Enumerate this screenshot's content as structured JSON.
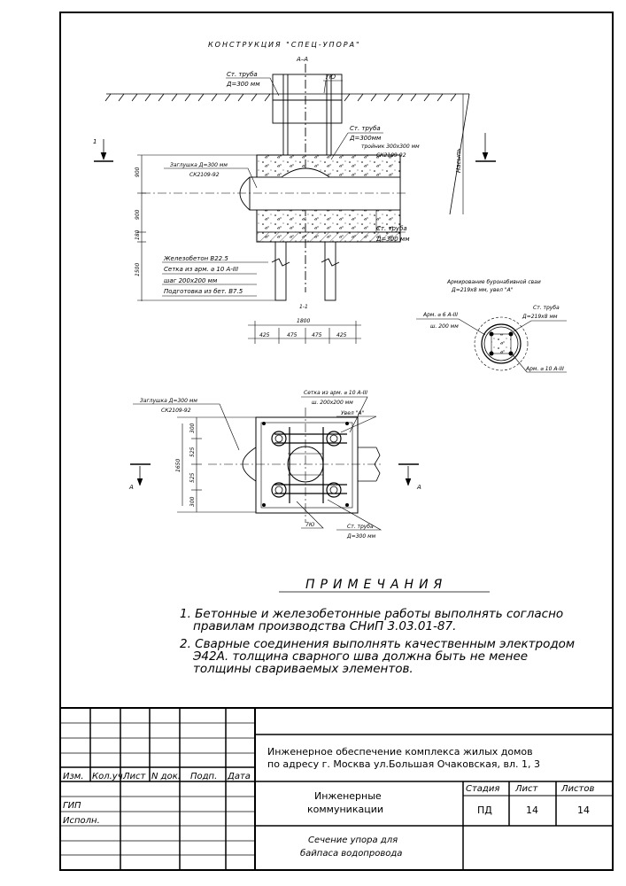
{
  "drawing": {
    "title": "КОНСТРУКЦИЯ \"СПЕЦ-УПОРА\"",
    "section_aa": "А–А",
    "section_11": "1-1",
    "labels": {
      "pipe_top": "Ст. труба",
      "pipe_top_d": "Д=300 мм",
      "p10": "7Ю",
      "pipe_mid": "Ст. труба",
      "pipe_mid_d": "Д=300мм",
      "tee": "тройник 300х300 мм",
      "tee_code": "СК2109-92",
      "plug": "Заглушка Д=300 мм",
      "plug_code": "СК2109-92",
      "pipe_low": "Ст. труба",
      "pipe_low_d": "Д=300 мм",
      "embankment": "Насыпь",
      "mark1": "1",
      "concrete": "Железобетон В22.5",
      "mesh": "Сетка из арм. ⌀ 10 А-III",
      "mesh_step": "шаг 200х200 мм",
      "prep": "Подготовка из бет. В7.5",
      "dim_900a": "900",
      "dim_900b": "900",
      "dim_180": "180",
      "dim_1500": "1500",
      "dim_1800": "1800",
      "dim_425a": "425",
      "dim_475a": "475",
      "dim_475b": "475",
      "dim_425b": "425",
      "pile_title": "Армирование буронабивной сваи",
      "pile_sub": "Д=219х8 мм, увел \"А\"",
      "arm6": "Арм. ⌀ 6 А-III",
      "arm6_step": "ш. 200 мм",
      "pile_pipe": "Ст. труба",
      "pile_pipe_d": "Д=219х8 мм",
      "arm10": "Арм. ⌀ 10 А-III",
      "plan_plug": "Заглушка Д=300 мм",
      "plan_plug_code": "СК2109-92",
      "plan_mesh": "Сетка из арм. ⌀ 10 А-III",
      "plan_mesh_step": "ш. 200х200 мм",
      "node_a": "Увел \"А\"",
      "plan_300a": "300",
      "plan_525a": "525",
      "plan_525b": "525",
      "plan_300b": "300",
      "plan_1650": "1650",
      "mark_a_left": "А",
      "mark_a_right": "А",
      "plan_p10": "7Ю",
      "plan_pipe": "Ст. труба",
      "plan_pipe_d": "Д=300 мм"
    }
  },
  "notes": {
    "title": "ПРИМЕЧАНИЯ",
    "n1_l1": "1. Бетонные и железобетонные работы выполнять согласно",
    "n1_l2": "правилам производства СНиП 3.03.01-87.",
    "n2_l1": "2. Сварные соединения выполнять качественным электродом",
    "n2_l2": "Э42А. толщина сварного шва должна быть не менее",
    "n2_l3": "толщины свариваемых элементов."
  },
  "titleblock": {
    "cols": [
      "Изм.",
      "Кол.уч.",
      "Лист",
      "N док.",
      "Подп.",
      "Дата"
    ],
    "gip": "ГИП",
    "ispoln": "Исполн.",
    "project_l1": "Инженерное обеспечение комплекса жилых домов",
    "project_l2": "по адресу г. Москва ул.Большая Очаковская, вл. 1, 3",
    "section_l1": "Инженерные",
    "section_l2": "коммуникации",
    "stage_h": "Стадия",
    "sheet_h": "Лист",
    "sheets_h": "Листов",
    "stage": "ПД",
    "sheet": "14",
    "sheets": "14",
    "sheet_title_l1": "Сечение упора для",
    "sheet_title_l2": "байпаса водопровода"
  }
}
